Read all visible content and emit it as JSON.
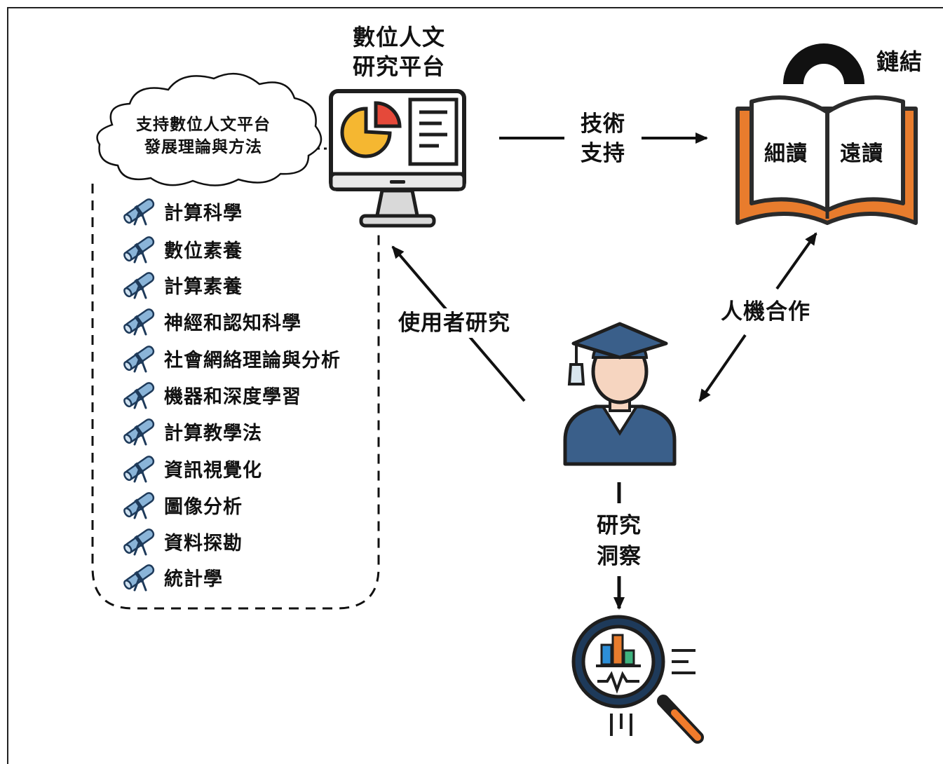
{
  "platform": {
    "title_line1": "數位人文",
    "title_line2": "研究平台",
    "icon": "computer-chart-icon"
  },
  "cloud": {
    "line1": "支持數位人文平台",
    "line2": "發展理論與方法"
  },
  "tech_support": {
    "line1": "技術",
    "line2": "支持"
  },
  "book": {
    "link_label": "鏈結",
    "left_page": "細讀",
    "right_page": "遠讀",
    "icon": "open-book-icon",
    "magnet_icon": "magnet-icon"
  },
  "user_study": {
    "label": "使用者研究"
  },
  "human_machine": {
    "label": "人機合作"
  },
  "research_insight": {
    "line1": "研究",
    "line2": "洞察",
    "icon": "magnifier-chart-icon"
  },
  "researcher": {
    "icon": "graduate-researcher-icon"
  },
  "list_icon": "diploma-scroll-icon",
  "theories": [
    "計算科學",
    "數位素養",
    "計算素養",
    "神經和認知科學",
    "社會網絡理論與分析",
    "機器和深度學習",
    "計算教學法",
    "資訊視覺化",
    "圖像分析",
    "資料探勘",
    "統計學"
  ],
  "colors": {
    "outline": "#1e1e1e",
    "book_orange": "#e87c2d",
    "navy": "#3a5f8a",
    "yellow": "#f5b731",
    "red": "#e5493a",
    "blue_scroll": "#8ab4d8",
    "skin": "#f6d5c0"
  }
}
